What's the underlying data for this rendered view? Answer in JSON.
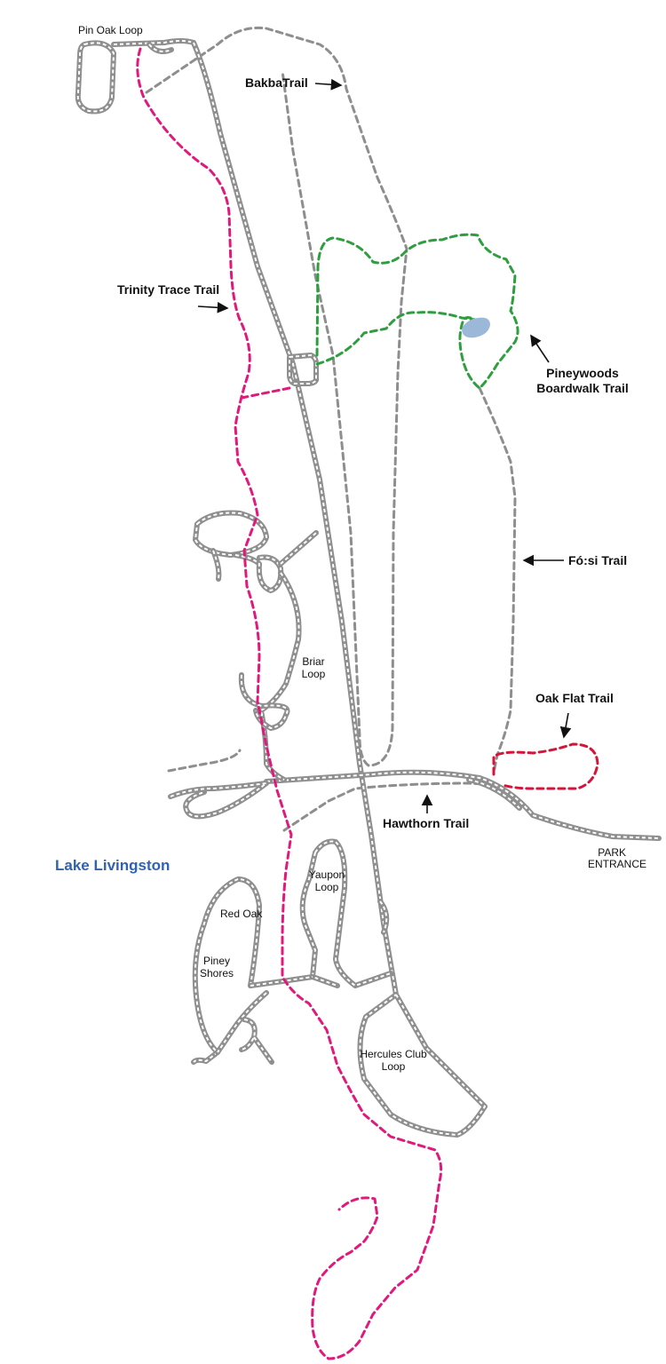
{
  "labels": {
    "pin_oak_loop": "Pin Oak Loop",
    "bakba_trail": "BakbaTrail",
    "trinity_trace_trail": "Trinity Trace Trail",
    "pineywoods_line1": "Pineywoods",
    "pineywoods_line2": "Boardwalk Trail",
    "fosi_trail": "Fó:si Trail",
    "briar_line1": "Briar",
    "briar_line2": "Loop",
    "oak_flat_trail": "Oak Flat Trail",
    "hawthorn_trail": "Hawthorn Trail",
    "park_line1": "PARK",
    "park_line2": "ENTRANCE",
    "lake_livingston": "Lake Livingston",
    "yaupon_line1": "Yaupon",
    "yaupon_line2": "Loop",
    "red_oak": "Red Oak",
    "piney_line1": "Piney",
    "piney_line2": "Shores",
    "hercules_line1": "Hercules Club",
    "hercules_line2": "Loop"
  },
  "colors": {
    "road": "#8f8f8f",
    "gray_trail": "#8e8e8e",
    "trinity_trace": "#e0197d",
    "pineywoods": "#2e9e3e",
    "oak_flat": "#d4143a",
    "pond": "#9bb8d8",
    "lake_label": "#2f62b0"
  }
}
